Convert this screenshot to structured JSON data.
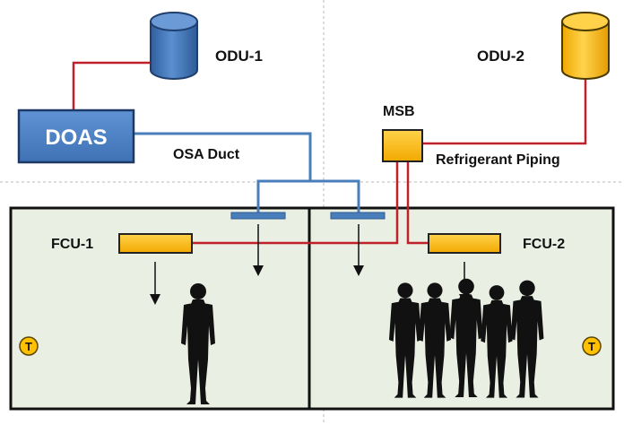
{
  "equipment": {
    "odu1": "ODU-1",
    "odu2": "ODU-2",
    "doas": "DOAS",
    "msb": "MSB",
    "fcu1": "FCU-1",
    "fcu2": "FCU-2"
  },
  "connections": {
    "osa_duct": "OSA Duct",
    "refrigerant_piping": "Refrigerant Piping"
  },
  "thermostats": {
    "left": "T",
    "right": "T"
  },
  "icons": {
    "occupant_single": "person-silhouette-icon",
    "occupant_group": "people-group-silhouette-icon",
    "airflow": "down-arrow-icon"
  },
  "colors": {
    "duct": "#4a7ebb",
    "refrigerant": "#c0202a",
    "odu2_fill": "#ffc000",
    "odu1_fill": "#3f74b8",
    "room_fill": "#eaefe3"
  }
}
